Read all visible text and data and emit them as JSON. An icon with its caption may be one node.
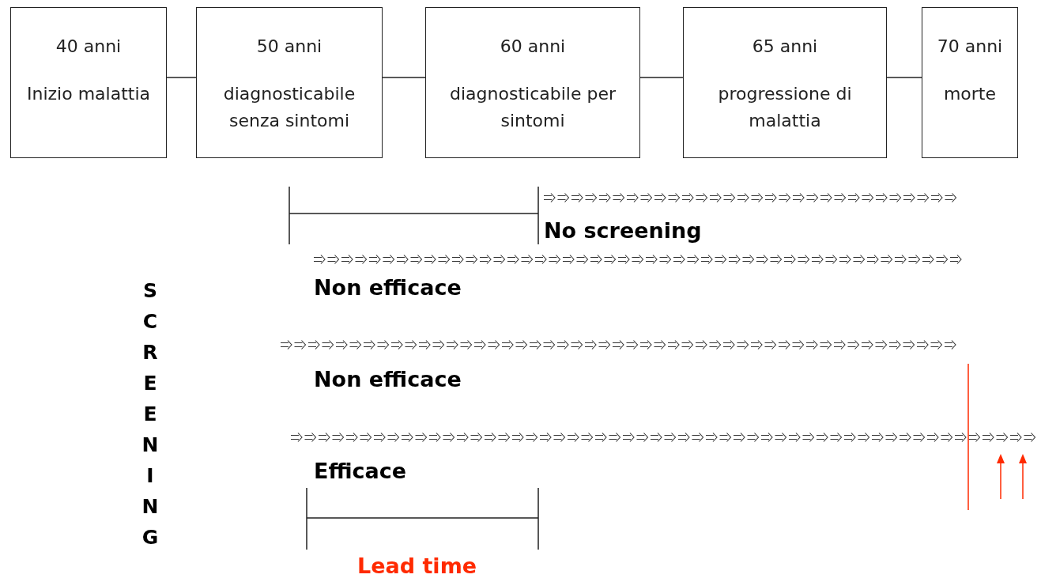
{
  "diagram": {
    "nodes": [
      {
        "text": [
          "40 anni",
          "Inizio malattia"
        ]
      },
      {
        "text": [
          "50 anni",
          "diagnosticabile senza sintomi"
        ]
      },
      {
        "text": [
          "60 anni",
          "diagnosticabile per sintomi"
        ]
      },
      {
        "text": [
          "65 anni",
          "progressione di malattia"
        ]
      },
      {
        "text": [
          "70 anni",
          "morte"
        ]
      }
    ],
    "edges": [
      {
        "from": 0,
        "to": 1,
        "arrow": "none"
      },
      {
        "from": 1,
        "to": 2,
        "arrow": "none"
      },
      {
        "from": 2,
        "to": 3,
        "arrow": "none"
      },
      {
        "from": 3,
        "to": 4,
        "arrow": "none"
      }
    ],
    "labels": [
      "No screening",
      "Non efficace",
      "SCREENING",
      "Non efficace",
      "Efficace",
      "Lead time"
    ]
  }
}
